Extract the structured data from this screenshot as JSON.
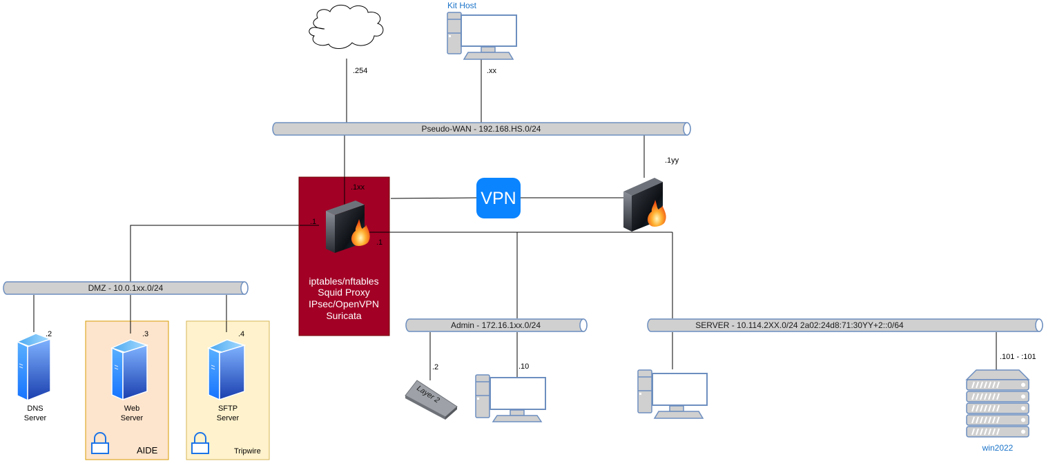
{
  "colors": {
    "firewall_box": "#a20025",
    "pipe_fill": "#d0d0d0",
    "pipe_stroke": "#6c8ebf",
    "aide_zone_fill": "#fde4cc",
    "aide_zone_stroke": "#d79b00",
    "tripwire_zone_fill": "#fff2cc",
    "tripwire_zone_stroke": "#d6b656",
    "vpn_badge": "#0a84ff",
    "host_label_blue": "#1a73c8"
  },
  "top": {
    "internet_cloud_ip": ".254",
    "kit_host_label": "Kit Host",
    "kit_host_ip": ".xx"
  },
  "networks": {
    "wan": "Pseudo-WAN - 192.168.HS.0/24",
    "dmz": "DMZ - 10.0.1xx.0/24",
    "admin": "Admin - 172.16.1xx.0/24",
    "server": "SERVER - 10.114.2XX.0/24 2a02:24d8:71:30YY+2::0/64"
  },
  "firewall_main": {
    "wan_ip": ".1xx",
    "dmz_ip": ".1",
    "lan_ip": ".1",
    "services": [
      "iptables/nftables",
      "Squid Proxy",
      "IPsec/OpenVPN",
      "Suricata"
    ]
  },
  "vpn": {
    "label": "VPN"
  },
  "firewall_remote": {
    "wan_ip": ".1yy"
  },
  "dmz_hosts": [
    {
      "ip": ".2",
      "name_line1": "DNS",
      "name_line2": "Server"
    },
    {
      "ip": ".3",
      "name_line1": "Web",
      "name_line2": "Server",
      "zone": "AIDE"
    },
    {
      "ip": ".4",
      "name_line1": "SFTP",
      "name_line2": "Server",
      "zone": "Tripwire"
    }
  ],
  "admin_hosts": [
    {
      "ip": ".2",
      "device_text": "Layer 2"
    },
    {
      "ip": ".10"
    }
  ],
  "server_hosts": [
    {
      "ip": ".101 - :101",
      "name": "win2022"
    }
  ]
}
